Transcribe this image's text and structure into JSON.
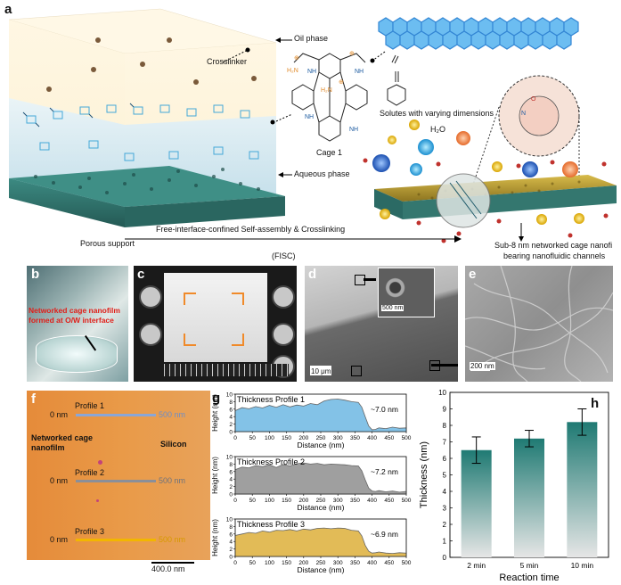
{
  "panel_a": {
    "label": "a",
    "oil_phase": "Oil phase",
    "crosslinker": "Crosslinker",
    "aqueous_phase": "Aqueous phase",
    "porous_support": "Porous support",
    "process": "Free-interface-confined Self-assembly & Crosslinking",
    "process_abbr": "(FISC)",
    "cage": "Cage 1",
    "solutes": "Solutes with varying dimensions",
    "water": "H₂O",
    "nh": "NH",
    "h2n": "H₂N",
    "n": "N",
    "oh_o": "O",
    "result_line1": "Sub-8 nm networked cage nanofi",
    "result_line2": "bearing nanofluidic channels",
    "colors": {
      "cage_blue": "#3a9ad9",
      "membrane_gold": "#b89a2a",
      "support_teal": "#2f6f6a",
      "oil": "#fbefcf",
      "water": "#cde6f3"
    }
  },
  "panel_b": {
    "label": "b",
    "caption_line1": "Networked cage nanofilm",
    "caption_line2": "formed at O/W interface"
  },
  "panel_c": {
    "label": "c"
  },
  "panel_d": {
    "label": "d",
    "scale_main": "10 μm",
    "scale_inset": "500 nm"
  },
  "panel_e": {
    "label": "e",
    "scale": "200 nm"
  },
  "panel_f": {
    "label": "f",
    "film": "Networked cage nanofilm",
    "silicon": "Silicon",
    "scale": "400.0 nm",
    "profiles": [
      {
        "name": "Profile 1",
        "start": "0 nm",
        "end": "500 nm",
        "color": "#8aa6d6"
      },
      {
        "name": "Profile 2",
        "start": "0 nm",
        "end": "500 nm",
        "color": "#8a8f99"
      },
      {
        "name": "Profile 3",
        "start": "0 nm",
        "end": "500 nm",
        "color": "#f2b600"
      }
    ]
  },
  "panel_g": {
    "label": "g"
  },
  "panel_h": {
    "label": "h"
  },
  "chart_data": [
    {
      "type": "area",
      "title": "Thickness Profile 1",
      "xlabel": "Distance (nm)",
      "ylabel": "Height (nm)",
      "xlim": [
        0,
        500
      ],
      "ylim": [
        0,
        10
      ],
      "xticks": [
        0,
        50,
        100,
        150,
        200,
        250,
        300,
        350,
        400,
        450,
        500
      ],
      "yticks": [
        0,
        2,
        4,
        6,
        8,
        10
      ],
      "annotation": "~7.0 nm",
      "fill": "#5aaee0",
      "x": [
        0,
        20,
        40,
        60,
        80,
        100,
        120,
        140,
        160,
        180,
        200,
        220,
        240,
        260,
        280,
        300,
        320,
        340,
        360,
        370,
        380,
        390,
        400,
        410,
        420,
        440,
        460,
        480,
        500
      ],
      "y": [
        5.6,
        6.4,
        6.1,
        6.7,
        6.3,
        7.0,
        6.5,
        7.2,
        6.6,
        7.1,
        6.8,
        7.5,
        7.2,
        8.2,
        8.6,
        8.7,
        8.4,
        8.0,
        7.8,
        6.5,
        4.0,
        1.5,
        0.5,
        0.6,
        1.0,
        0.8,
        1.2,
        0.9,
        1.0
      ]
    },
    {
      "type": "area",
      "title": "Thickness Profile 2",
      "xlabel": "Distance (nm)",
      "ylabel": "Height (nm)",
      "xlim": [
        0,
        500
      ],
      "ylim": [
        0,
        10
      ],
      "xticks": [
        0,
        50,
        100,
        150,
        200,
        250,
        300,
        350,
        400,
        450,
        500
      ],
      "yticks": [
        0,
        2,
        4,
        6,
        8,
        10
      ],
      "annotation": "~7.2 nm",
      "fill": "#7f7f7f",
      "x": [
        0,
        20,
        40,
        60,
        80,
        100,
        120,
        140,
        160,
        180,
        200,
        220,
        240,
        260,
        280,
        300,
        320,
        340,
        360,
        370,
        380,
        390,
        400,
        410,
        420,
        440,
        460,
        480,
        500
      ],
      "y": [
        6.5,
        7.2,
        7.0,
        7.6,
        7.3,
        7.8,
        7.1,
        7.9,
        7.5,
        8.1,
        8.3,
        8.0,
        8.2,
        7.8,
        8.0,
        7.9,
        7.8,
        7.6,
        7.5,
        6.2,
        3.8,
        1.6,
        0.8,
        0.7,
        0.9,
        0.6,
        0.8,
        0.5,
        0.7
      ]
    },
    {
      "type": "area",
      "title": "Thickness Profile 3",
      "xlabel": "Distance (nm)",
      "ylabel": "Height (nm)",
      "xlim": [
        0,
        500
      ],
      "ylim": [
        0,
        10
      ],
      "xticks": [
        0,
        50,
        100,
        150,
        200,
        250,
        300,
        350,
        400,
        450,
        500
      ],
      "yticks": [
        0,
        2,
        4,
        6,
        8,
        10
      ],
      "annotation": "~6.9 nm",
      "fill": "#d9a520",
      "x": [
        0,
        20,
        40,
        60,
        80,
        100,
        120,
        140,
        160,
        180,
        200,
        220,
        240,
        260,
        280,
        300,
        320,
        340,
        360,
        370,
        380,
        390,
        400,
        410,
        420,
        440,
        460,
        480,
        500
      ],
      "y": [
        5.6,
        6.0,
        6.4,
        6.2,
        6.8,
        6.5,
        7.0,
        6.9,
        7.2,
        6.8,
        7.3,
        7.1,
        7.5,
        7.6,
        7.4,
        7.6,
        7.5,
        7.0,
        6.8,
        5.5,
        3.0,
        1.4,
        0.9,
        1.0,
        1.2,
        0.9,
        0.8,
        1.0,
        0.9
      ]
    },
    {
      "type": "bar",
      "xlabel": "Reaction time",
      "ylabel": "Thickness (nm)",
      "categories": [
        "2 min",
        "5 min",
        "10 min"
      ],
      "values": [
        6.5,
        7.2,
        8.2
      ],
      "errors": [
        0.8,
        0.5,
        0.8
      ],
      "ylim": [
        0,
        10
      ],
      "yticks": [
        0,
        1,
        2,
        3,
        4,
        5,
        6,
        7,
        8,
        9,
        10
      ],
      "bar_color_top": "#1f7a73",
      "bar_color_bottom": "#e6e6e6"
    }
  ]
}
